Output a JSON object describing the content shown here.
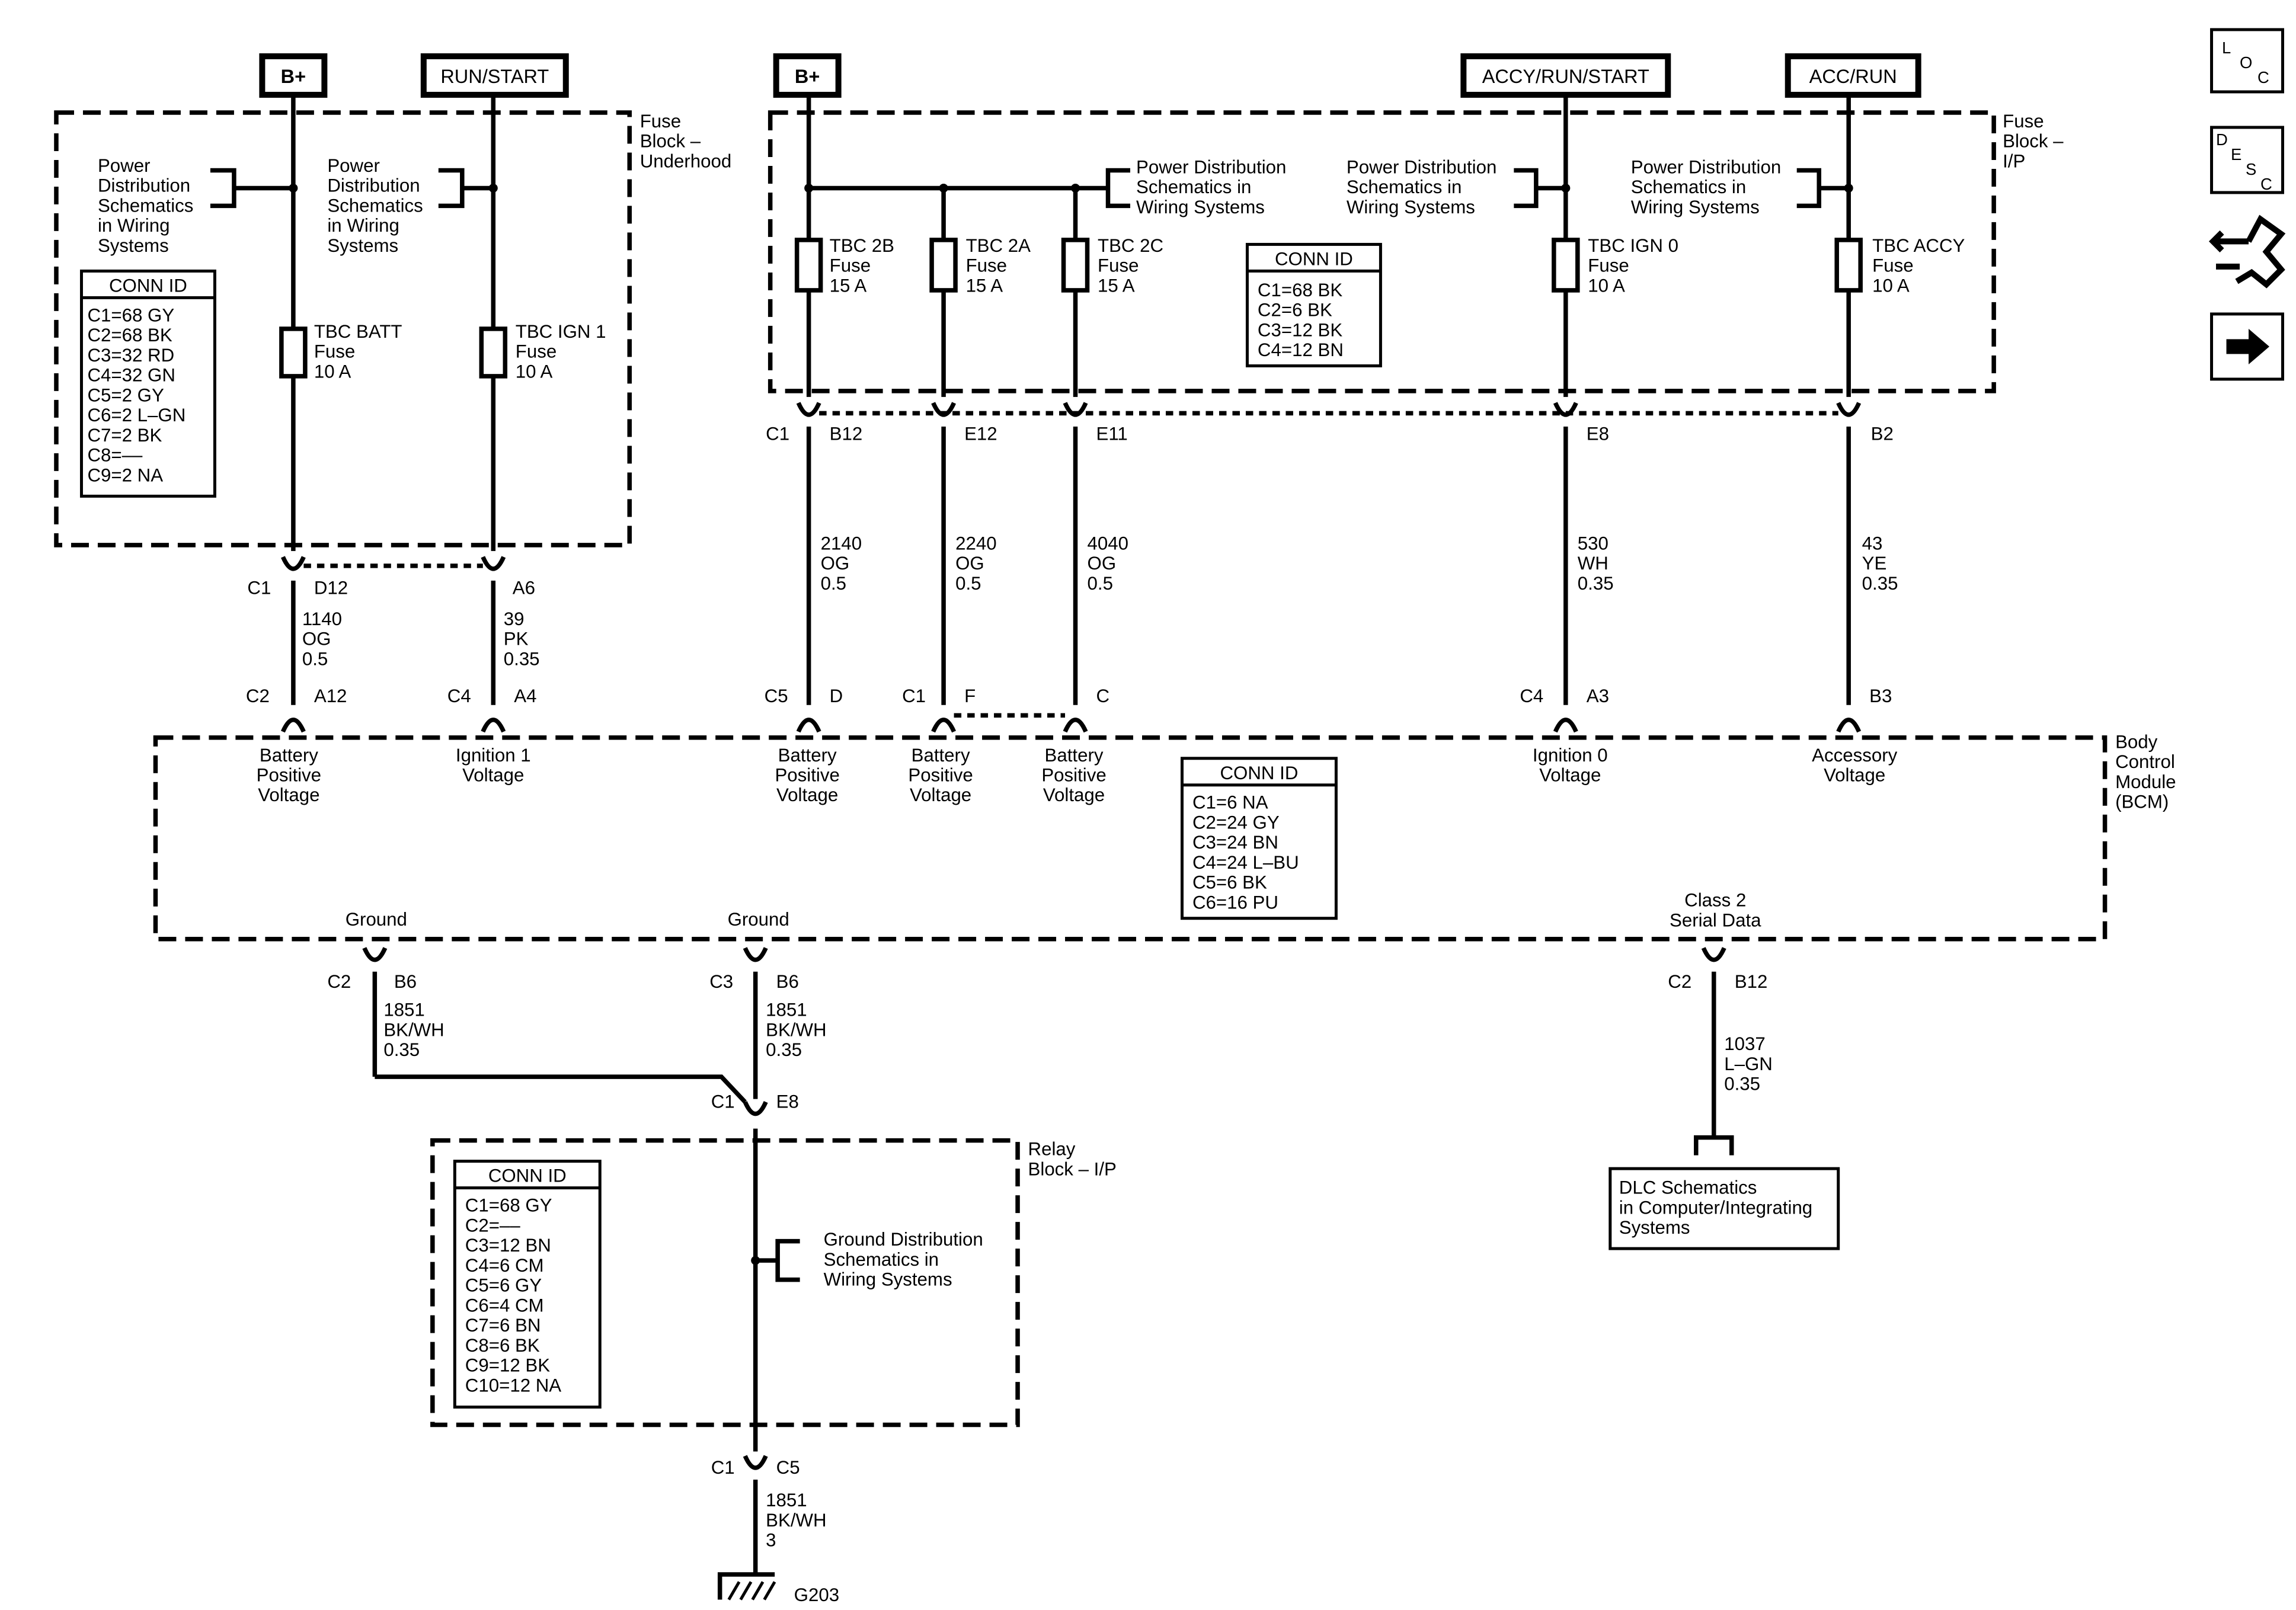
{
  "sources": {
    "b_plus_underhood": "B+",
    "run_start": "RUN/START",
    "b_plus_ip": "B+",
    "accy_run_start": "ACCY/RUN/START",
    "acc_run": "ACC/RUN"
  },
  "icons": {
    "loc": [
      "L",
      "O",
      "C"
    ],
    "desc": [
      "D",
      "E",
      "S",
      "C"
    ],
    "harness_icon": "wrench-hand-icon",
    "next_icon": "arrow-right-icon"
  },
  "fuse_block_underhood": {
    "label": [
      "Fuse",
      "Block –",
      "Underhood"
    ],
    "pd_ref_1": [
      "Power",
      "Distribution",
      "Schematics",
      "in Wiring",
      "Systems"
    ],
    "pd_ref_2": [
      "Power",
      "Distribution",
      "Schematics",
      "in Wiring",
      "Systems"
    ],
    "fuse_batt": [
      "TBC BATT",
      "Fuse",
      "10 A"
    ],
    "fuse_ign1": [
      "TBC IGN 1",
      "Fuse",
      "10 A"
    ],
    "conn_id": {
      "title": "CONN ID",
      "lines": [
        "C1=68 GY",
        "C2=68 BK",
        "C3=32 RD",
        "C4=32 GN",
        "C5=2 GY",
        "C6=2 L–GN",
        "C7=2 BK",
        "C8=––",
        "C9=2 NA"
      ]
    }
  },
  "fuse_block_ip": {
    "label": [
      "Fuse",
      "Block –",
      "I/P"
    ],
    "pd_ref_1": [
      "Power Distribution",
      "Schematics in",
      "Wiring Systems"
    ],
    "pd_ref_2": [
      "Power Distribution",
      "Schematics in",
      "Wiring Systems"
    ],
    "pd_ref_3": [
      "Power Distribution",
      "Schematics in",
      "Wiring Systems"
    ],
    "fuse_2b": [
      "TBC 2B",
      "Fuse",
      "15 A"
    ],
    "fuse_2a": [
      "TBC 2A",
      "Fuse",
      "15 A"
    ],
    "fuse_2c": [
      "TBC 2C",
      "Fuse",
      "15 A"
    ],
    "fuse_ign0": [
      "TBC IGN 0",
      "Fuse",
      "10 A"
    ],
    "fuse_accy": [
      "TBC ACCY",
      "Fuse",
      "10 A"
    ],
    "conn_id": {
      "title": "CONN ID",
      "lines": [
        "C1=68 BK",
        "C2=6 BK",
        "C3=12 BK",
        "C4=12 BN"
      ]
    }
  },
  "connectors": {
    "uh_c1": "C1",
    "uh_d12": "D12",
    "uh_a6": "A6",
    "ip_c1": "C1",
    "ip_b12": "B12",
    "ip_e12": "E12",
    "ip_e11": "E11",
    "ip_e8": "E8",
    "ip_b2": "B2",
    "bcm_c2": "C2",
    "bcm_a12": "A12",
    "bcm_c4a": "C4",
    "bcm_a4": "A4",
    "bcm_c5": "C5",
    "bcm_d": "D",
    "bcm_c1": "C1",
    "bcm_f": "F",
    "bcm_c": "C",
    "bcm_c4b": "C4",
    "bcm_a3": "A3",
    "bcm_b3": "B3",
    "gnd_c2": "C2",
    "gnd_b6a": "B6",
    "gnd_c3": "C3",
    "gnd_b6b": "B6",
    "ser_c2": "C2",
    "ser_b12": "B12",
    "relay_c1": "C1",
    "relay_e8": "E8",
    "relay_c1b": "C1",
    "relay_c5": "C5"
  },
  "wires": {
    "w1140": [
      "1140",
      "OG",
      "0.5"
    ],
    "w39": [
      "39",
      "PK",
      "0.35"
    ],
    "w2140": [
      "2140",
      "OG",
      "0.5"
    ],
    "w2240": [
      "2240",
      "OG",
      "0.5"
    ],
    "w4040": [
      "4040",
      "OG",
      "0.5"
    ],
    "w530": [
      "530",
      "WH",
      "0.35"
    ],
    "w43": [
      "43",
      "YE",
      "0.35"
    ],
    "w1851a": [
      "1851",
      "BK/WH",
      "0.35"
    ],
    "w1851b": [
      "1851",
      "BK/WH",
      "0.35"
    ],
    "w1037": [
      "1037",
      "L–GN",
      "0.35"
    ],
    "w1851c": [
      "1851",
      "BK/WH",
      "3"
    ]
  },
  "bcm": {
    "label": [
      "Body",
      "Control",
      "Module",
      "(BCM)"
    ],
    "pin_batt1": [
      "Battery",
      "Positive",
      "Voltage"
    ],
    "pin_ign1": [
      "Ignition 1",
      "Voltage"
    ],
    "pin_batt2": [
      "Battery",
      "Positive",
      "Voltage"
    ],
    "pin_batt3": [
      "Battery",
      "Positive",
      "Voltage"
    ],
    "pin_batt4": [
      "Battery",
      "Positive",
      "Voltage"
    ],
    "pin_ign0": [
      "Ignition 0",
      "Voltage"
    ],
    "pin_acc": [
      "Accessory",
      "Voltage"
    ],
    "ground1": "Ground",
    "ground2": "Ground",
    "serial": [
      "Class 2",
      "Serial Data"
    ],
    "conn_id": {
      "title": "CONN ID",
      "lines": [
        "C1=6 NA",
        "C2=24 GY",
        "C3=24 BN",
        "C4=24 L–BU",
        "C5=6 BK",
        "C6=16 PU"
      ]
    }
  },
  "relay_block": {
    "label": [
      "Relay",
      "Block – I/P"
    ],
    "gd_ref": [
      "Ground Distribution",
      "Schematics in",
      "Wiring Systems"
    ],
    "conn_id": {
      "title": "CONN ID",
      "lines": [
        "C1=68 GY",
        "C2=––",
        "C3=12 BN",
        "C4=6 CM",
        "C5=6 GY",
        "C6=4 CM",
        "C7=6 BN",
        "C8=6 BK",
        "C9=12 BK",
        "C10=12 NA"
      ]
    }
  },
  "dlc": [
    "DLC Schematics",
    "in Computer/Integrating",
    "Systems"
  ],
  "ground_point": "G203"
}
